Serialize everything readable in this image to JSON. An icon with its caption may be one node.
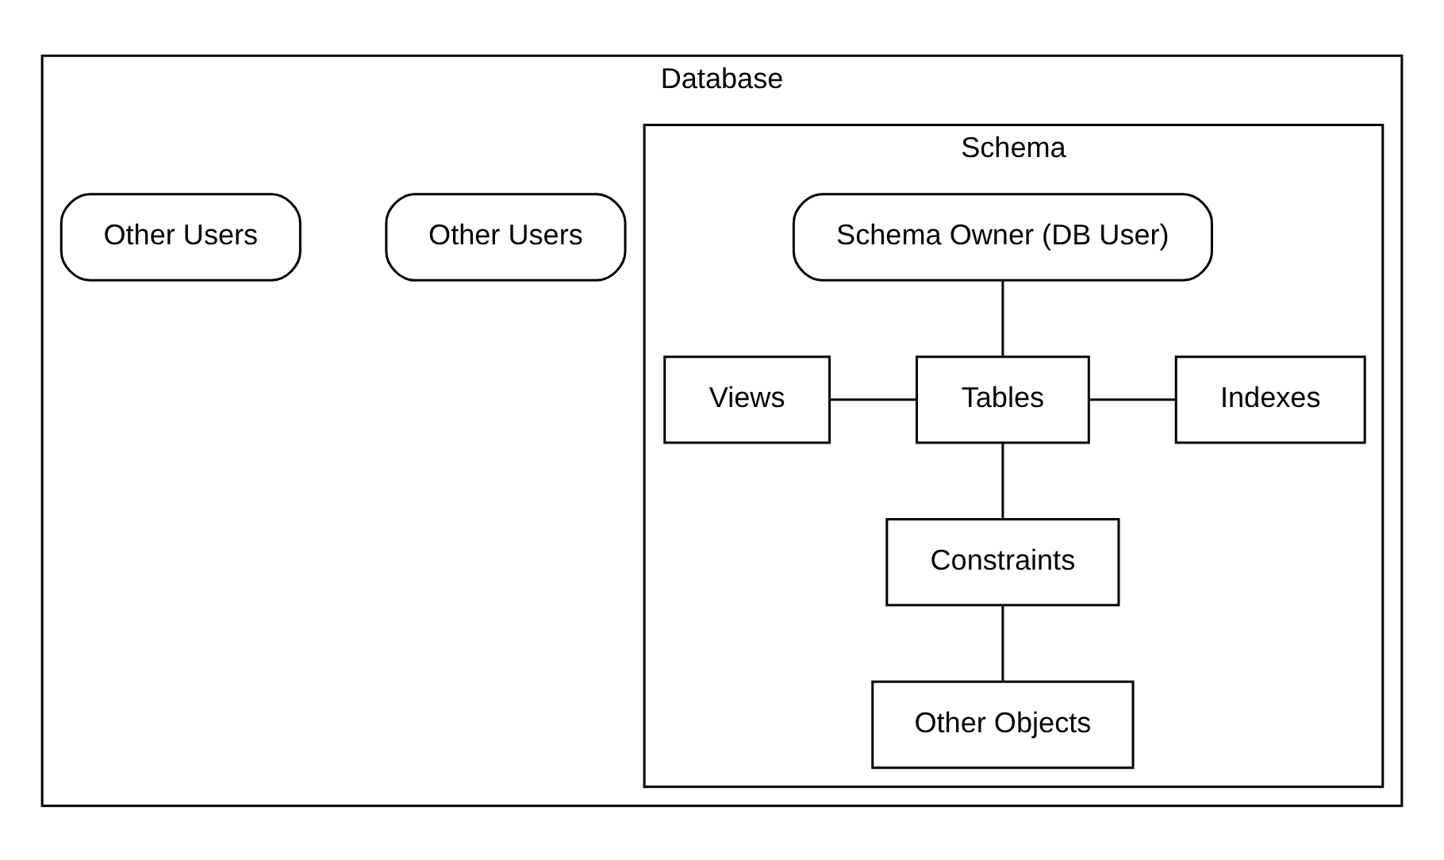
{
  "diagram": {
    "nodes": [
      {
        "text": [
          "Database"
        ]
      },
      {
        "text": [
          "Schema"
        ],
        "in": 0
      },
      {
        "text": [
          "Schema Owner (DB User)"
        ],
        "in": 1
      },
      {
        "text": [
          "Other Users"
        ],
        "in": 0
      },
      {
        "text": [
          "Views"
        ],
        "in": 1
      },
      {
        "text": [
          "Tables"
        ],
        "in": 1
      },
      {
        "text": [
          "Indexes"
        ],
        "in": 1
      },
      {
        "text": [
          "Other Users"
        ],
        "in": 0
      },
      {
        "text": [
          "Constraints"
        ],
        "in": 1
      },
      {
        "text": [
          "Other Objects"
        ],
        "in": 1
      }
    ],
    "edges": [
      {
        "from": 2,
        "to": 5,
        "arrow": "none"
      },
      {
        "from": 4,
        "to": 5,
        "arrow": "none"
      },
      {
        "from": 5,
        "to": 6,
        "arrow": "none"
      },
      {
        "from": 5,
        "to": 8,
        "arrow": "none"
      },
      {
        "from": 8,
        "to": 9,
        "arrow": "none"
      }
    ]
  }
}
